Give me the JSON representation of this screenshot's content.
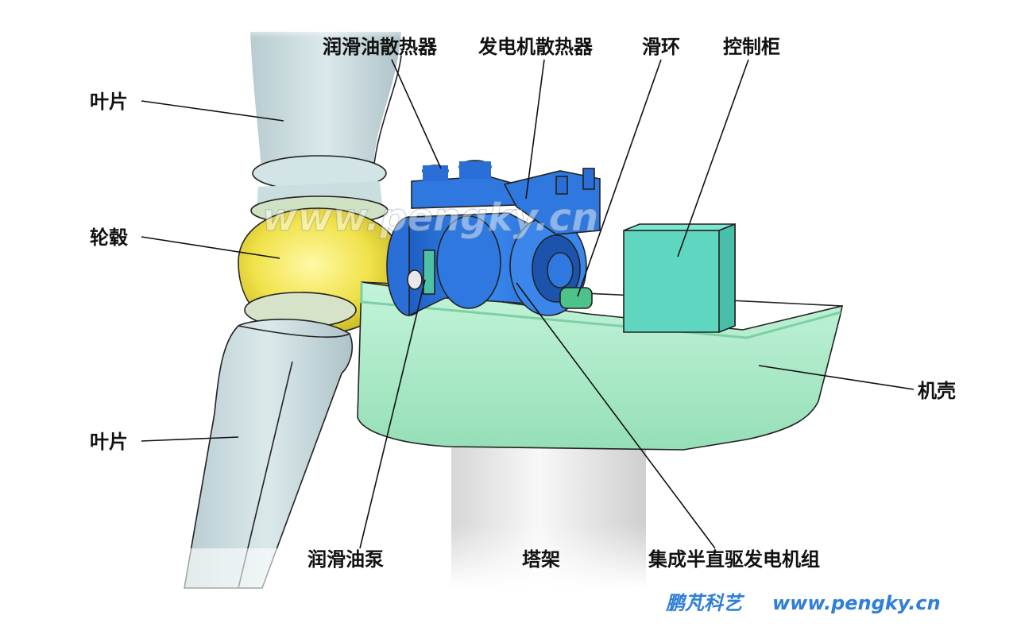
{
  "labels": {
    "blade_top": "叶片",
    "hub": "轮毂",
    "blade_bottom": "叶片",
    "oil_radiator": "润滑油散热器",
    "generator_radiator": "发电机散热器",
    "slip_ring": "滑环",
    "control_cabinet": "控制柜",
    "nacelle": "机壳",
    "oil_pump": "润滑油泵",
    "tower": "塔架",
    "generator_set": "集成半直驱发电机组"
  },
  "watermark": "www.pengky.cn",
  "brand": {
    "name": "鹏芃科艺",
    "url": "www.pengky.cn"
  },
  "colors": {
    "blade": "#c9dde0",
    "hub": "#f0e24a",
    "nacelle": "#a9ecc7",
    "generator": "#2f78e0",
    "cabinet": "#5fd6c0",
    "tower": "#ececec",
    "brand": "#2f7fd6"
  }
}
